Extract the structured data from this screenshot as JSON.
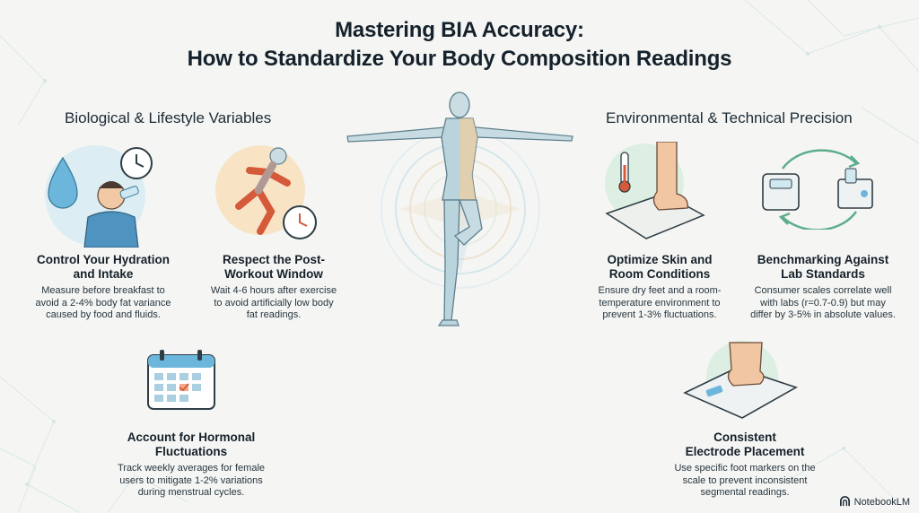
{
  "title": {
    "line1": "Mastering BIA Accuracy:",
    "line2": "How to Standardize Your Body Composition Readings"
  },
  "left_section": {
    "heading": "Biological & Lifestyle Variables"
  },
  "right_section": {
    "heading": "Environmental & Technical Precision"
  },
  "cards": {
    "hydration": {
      "title": [
        "Control Your Hydration",
        "and Intake"
      ],
      "text": [
        "Measure before breakfast to",
        "avoid a 2-4% body fat variance",
        "caused by food and fluids."
      ]
    },
    "workout": {
      "title": [
        "Respect the Post-",
        "Workout Window"
      ],
      "text": [
        "Wait 4-6 hours after exercise",
        "to avoid artificially low body",
        "fat readings."
      ]
    },
    "hormonal": {
      "title": [
        "Account for Hormonal",
        "Fluctuations"
      ],
      "text": [
        "Track weekly averages for female",
        "users to mitigate 1-2% variations",
        "during menstrual cycles."
      ]
    },
    "skin": {
      "title": [
        "Optimize Skin and",
        "Room Conditions"
      ],
      "text": [
        "Ensure dry feet and a room-",
        "temperature environment to",
        "prevent 1-3% fluctuations."
      ]
    },
    "benchmark": {
      "title": [
        "Benchmarking Against",
        "Lab Standards"
      ],
      "text": [
        "Consumer scales correlate well",
        "with labs (r=0.7-0.9) but may",
        "differ by 3-5% in absolute values."
      ]
    },
    "electrode": {
      "title": [
        "Consistent",
        "Electrode Placement"
      ],
      "text": [
        "Use specific foot markers on the",
        "scale to prevent inconsistent",
        "segmental readings."
      ]
    }
  },
  "brand": {
    "label": "NotebookLM"
  },
  "icons": {
    "hydration": "water-drop-clock-icon",
    "workout": "runner-clock-icon",
    "hormonal": "calendar-icon",
    "skin": "foot-thermometer-scale-icon",
    "benchmark": "scale-lab-cycle-icon",
    "electrode": "feet-on-scale-icon",
    "center": "balancing-figure-icon"
  },
  "colors": {
    "background": "#f5f6f4",
    "accent_blue": "#5aa9cf",
    "accent_orange": "#e8a24a",
    "accent_green": "#5cae8b",
    "text_dark": "#15212b"
  }
}
